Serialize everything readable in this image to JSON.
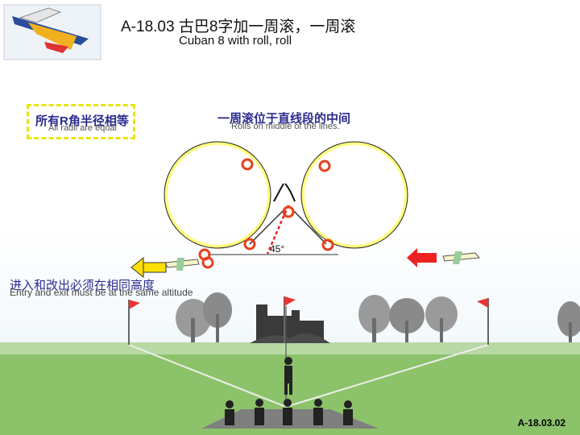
{
  "title_cn": "A-18.03 古巴8字加一周滚，一周滚",
  "title_en": "Cuban 8 with roll, roll",
  "note_left_cn": "所有R角半径相等",
  "note_left_en": "All radii are equal",
  "note_right_cn": "一周滚位于直线段的中间",
  "note_right_en": "Rolls on middle of the lines.",
  "angle_label": "45°",
  "entry_exit_cn": "进入和改出必须在相同高度",
  "entry_exit_en": "Entry and exit must be at the same altitude",
  "figure_code": "A-18.03.02",
  "colors": {
    "loop": "#ffff80",
    "roll_marker": "#e8401c",
    "entry_arrow": "#e22",
    "exit_arrow": "#ffe000",
    "grass": "#8cc36a",
    "path": "#333"
  }
}
